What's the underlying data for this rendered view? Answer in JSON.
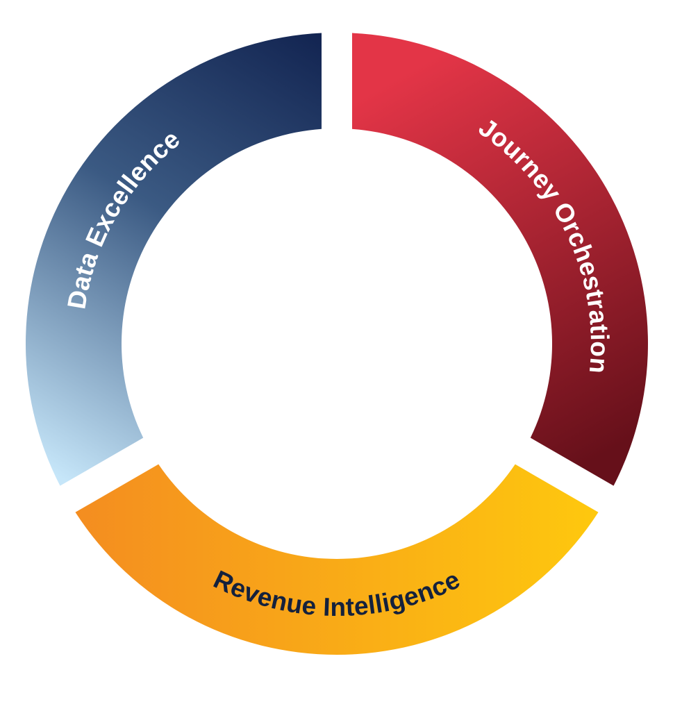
{
  "diagram": {
    "type": "segmented-ring",
    "segments": [
      {
        "id": "data-excellence",
        "label": "Data Excellence",
        "position": "left",
        "text_color": "#ffffff",
        "gradient": [
          "#c6e6f9",
          "#132552"
        ]
      },
      {
        "id": "journey-orchestration",
        "label": "Journey Orchestration",
        "position": "right",
        "text_color": "#ffffff",
        "gradient": [
          "#e33547",
          "#66101a"
        ]
      },
      {
        "id": "revenue-intelligence",
        "label": "Revenue Intelligence",
        "position": "bottom",
        "text_color": "#14213d",
        "gradient": [
          "#f48d20",
          "#fec80e"
        ]
      }
    ]
  }
}
